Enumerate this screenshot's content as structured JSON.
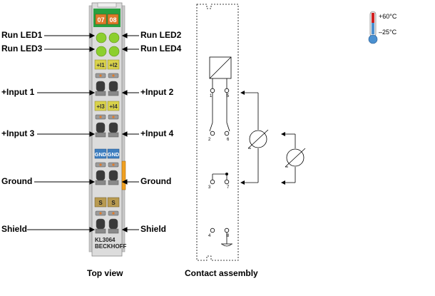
{
  "module": {
    "channel_tags": [
      "07",
      "08"
    ],
    "input_tags": [
      "+I1",
      "+I2",
      "+I3",
      "+I4"
    ],
    "ground_tags": [
      "GND",
      "GND"
    ],
    "shield_tags": [
      "S",
      "S"
    ],
    "model": "KL3064",
    "brand": "BECKHOFF"
  },
  "labels": {
    "left": [
      "Run LED1",
      "Run LED3",
      "+Input 1",
      "+Input 3",
      "Ground",
      "Shield"
    ],
    "right": [
      "Run LED2",
      "Run LED4",
      "+Input 2",
      "+Input 4",
      "Ground",
      "Shield"
    ]
  },
  "captions": {
    "top_view": "Top view",
    "contact_assembly": "Contact assembly"
  },
  "contacts": [
    "1",
    "5",
    "2",
    "6",
    "3",
    "7",
    "4",
    "8"
  ],
  "temperature": {
    "max": "+60°C",
    "min": "–25°C"
  },
  "colors": {
    "module_body": "#d8d8d8",
    "header_green": "#27a040",
    "tag_orange": "#e07a2a",
    "led_green": "#8ccf2e",
    "input_yellow": "#d9d24a",
    "gnd_blue": "#3f7fc0",
    "shield_tan": "#b89a50",
    "clip_orange": "#f0a020"
  }
}
